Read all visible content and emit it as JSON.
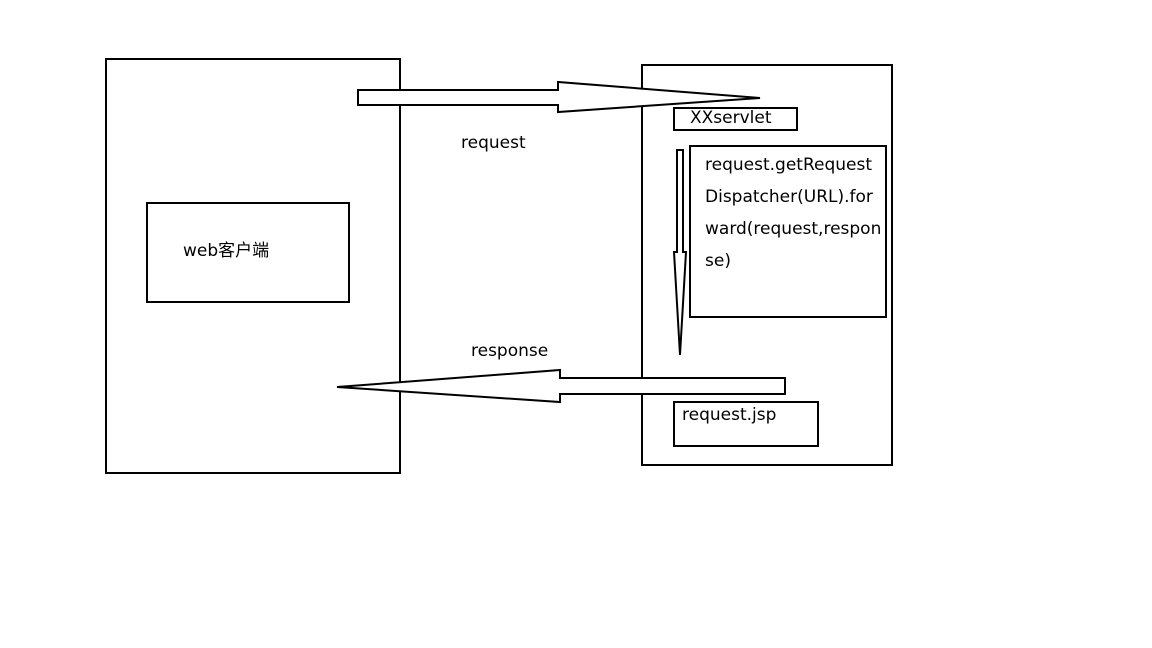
{
  "diagram": {
    "client": {
      "label": "web客户端"
    },
    "server": {
      "servlet_label": "XXservlet",
      "forward_lines": [
        "request.getRequest",
        "Dispatcher(URL).for",
        "ward(request,respon",
        "se)"
      ],
      "jsp_label": "request.jsp"
    },
    "edges": {
      "request_label": "request",
      "response_label": "response"
    },
    "colors": {
      "stroke": "#000000",
      "background": "#ffffff"
    }
  }
}
